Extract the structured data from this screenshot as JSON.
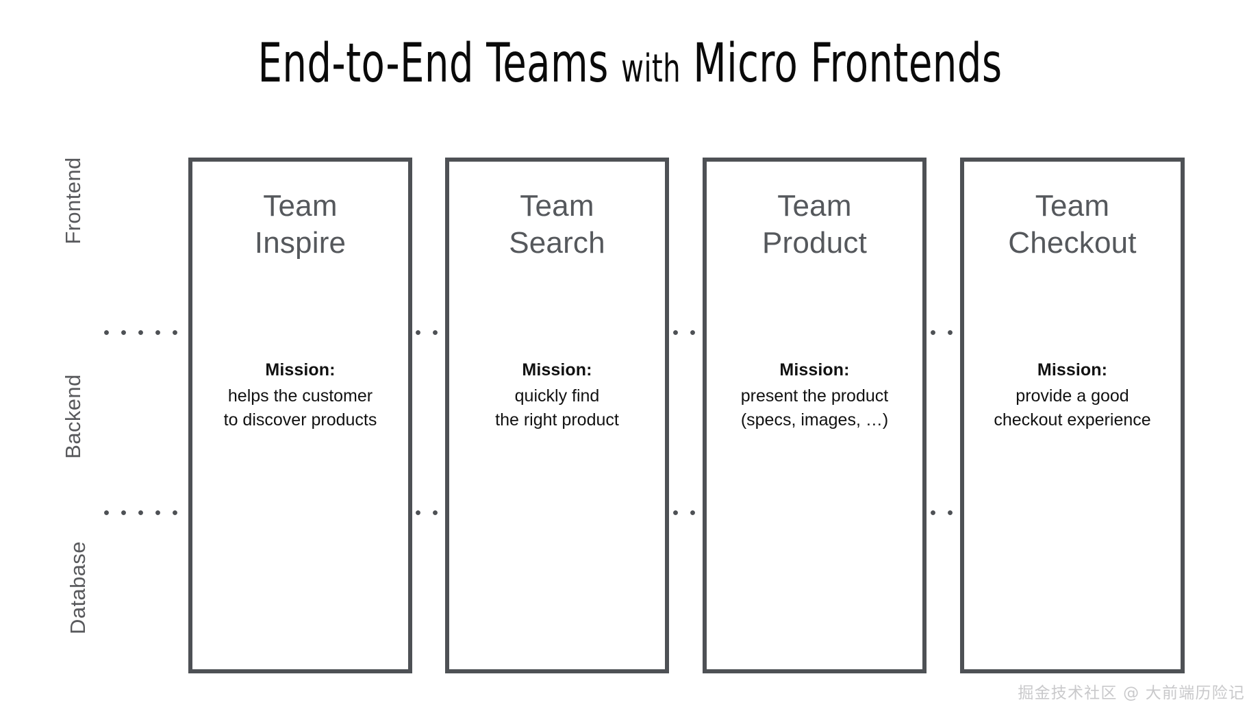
{
  "title": {
    "part_main_a": "End-to-End Teams ",
    "part_small": "with",
    "part_main_b": " Micro Frontends",
    "full": "End-to-End Teams with Micro Frontends"
  },
  "layers": [
    {
      "id": "frontend",
      "label": "Frontend"
    },
    {
      "id": "backend",
      "label": "Backend"
    },
    {
      "id": "database",
      "label": "Database"
    }
  ],
  "mission_heading": "Mission:",
  "teams": [
    {
      "prefix": "Team",
      "name": "Inspire",
      "mission_lines": [
        "helps the customer",
        "to discover products"
      ]
    },
    {
      "prefix": "Team",
      "name": "Search",
      "mission_lines": [
        "quickly find",
        "the right product"
      ]
    },
    {
      "prefix": "Team",
      "name": "Product",
      "mission_lines": [
        "present the product",
        "(specs, images, …)"
      ]
    },
    {
      "prefix": "Team",
      "name": "Checkout",
      "mission_lines": [
        "provide a good",
        "checkout experience"
      ]
    }
  ],
  "watermark": "掘金技术社区 @ 大前端历险记",
  "colors": {
    "background": "#ffffff",
    "box_border": "#4e5155",
    "team_name": "#55585c",
    "layer_label": "#58595c",
    "mission_text": "#111111",
    "title": "#0a0a0a",
    "watermark": "#c9c9cb",
    "dots": "#4e5155"
  }
}
